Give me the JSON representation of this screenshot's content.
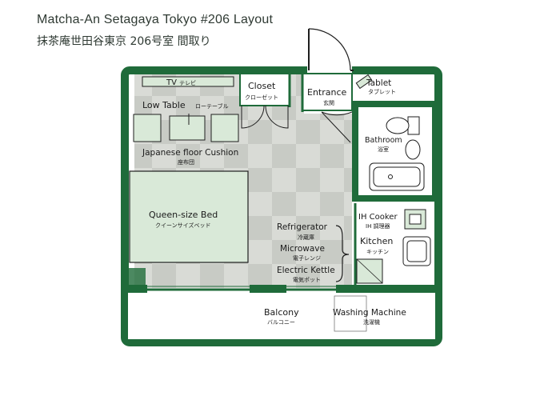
{
  "title": {
    "en": "Matcha-An Setagaya Tokyo #206 Layout",
    "ja": "抹茶庵世田谷東京 206号室 間取り"
  },
  "rooms": {
    "tv": {
      "en": "TV",
      "ja": "テレビ"
    },
    "low_table": {
      "en": "Low Table",
      "ja": "ローテーブル"
    },
    "cushion": {
      "en": "Japanese floor Cushion",
      "ja": "座布団"
    },
    "bed": {
      "en": "Queen-size Bed",
      "ja": "クイーンサイズベッド"
    },
    "closet": {
      "en": "Closet",
      "ja": "クローゼット"
    },
    "entrance": {
      "en": "Entrance",
      "ja": "玄関"
    },
    "tablet": {
      "en": "Tablet",
      "ja": "タブレット"
    },
    "bathroom": {
      "en": "Bathroom",
      "ja": "浴室"
    },
    "ih_cooker": {
      "en": "IH Cooker",
      "ja": "IH 調理器"
    },
    "kitchen": {
      "en": "Kitchen",
      "ja": "キッチン"
    },
    "refrigerator": {
      "en": "Refrigerator",
      "ja": "冷蔵庫"
    },
    "microwave": {
      "en": "Microwave",
      "ja": "電子レンジ"
    },
    "kettle": {
      "en": "Electric Kettle",
      "ja": "電気ポット"
    },
    "balcony": {
      "en": "Balcony",
      "ja": "バルコニー"
    },
    "washing_machine": {
      "en": "Washing Machine",
      "ja": "洗濯機"
    }
  },
  "colors": {
    "wall": "#1f6b3a",
    "furniture_fill": "#d9e9d8",
    "tatami_dark": "#c9ccc6",
    "tatami_light": "#dadcd7"
  }
}
